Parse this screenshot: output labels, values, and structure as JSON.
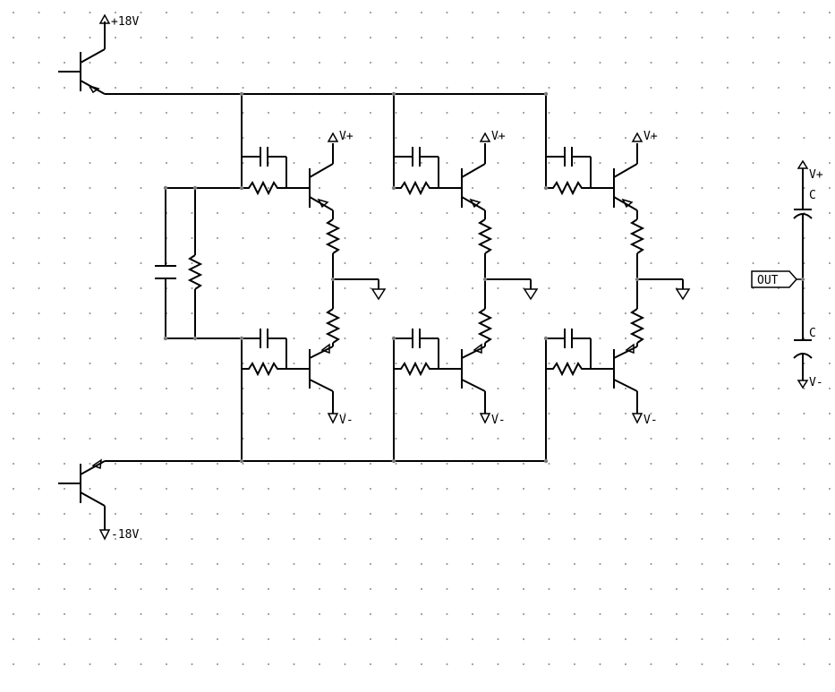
{
  "labels": {
    "pos_supply": "+18V",
    "neg_supply": "-18V",
    "vplus": "V+",
    "vminus": "V-",
    "output": "OUT",
    "cap": "C"
  }
}
